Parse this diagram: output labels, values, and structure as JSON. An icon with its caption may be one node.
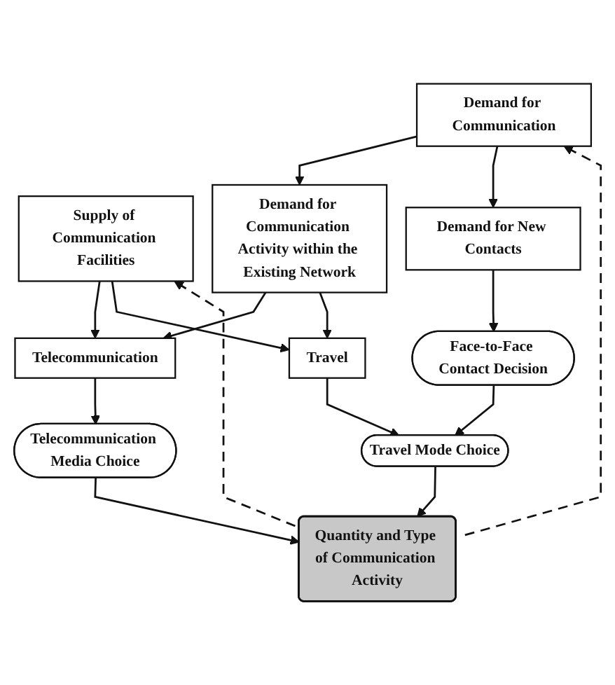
{
  "diagram": {
    "nodes": [
      {
        "text": [
          "Supply of Communication Facilities"
        ]
      },
      {
        "text": [
          "Demand for Communication"
        ]
      },
      {
        "text": [
          "Demand for Communication Activity within the Existing Network"
        ]
      },
      {
        "text": [
          "Demand for New Contacts"
        ]
      },
      {
        "text": [
          "Telecommunication"
        ]
      },
      {
        "text": [
          "Travel"
        ]
      },
      {
        "text": [
          "Face-to-Face Contact Decision"
        ]
      },
      {
        "text": [
          "Telecommunication Media Choice"
        ]
      },
      {
        "text": [
          "Travel Mode Choice"
        ]
      },
      {
        "text": [
          "Quantity and Type of Communication Activity"
        ]
      }
    ],
    "edges": [
      {
        "from": 1,
        "to": 2,
        "arrow": "to"
      },
      {
        "from": 1,
        "to": 3,
        "arrow": "to"
      },
      {
        "from": 0,
        "to": 4,
        "arrow": "to"
      },
      {
        "from": 0,
        "to": 5,
        "arrow": "to"
      },
      {
        "from": 2,
        "to": 4,
        "arrow": "to"
      },
      {
        "from": 2,
        "to": 5,
        "arrow": "to"
      },
      {
        "from": 3,
        "to": 6,
        "arrow": "to"
      },
      {
        "from": 4,
        "to": 7,
        "arrow": "to"
      },
      {
        "from": 5,
        "to": 8,
        "arrow": "to"
      },
      {
        "from": 6,
        "to": 8,
        "arrow": "to"
      },
      {
        "from": 7,
        "to": 9,
        "arrow": "to"
      },
      {
        "from": 8,
        "to": 9,
        "arrow": "to"
      },
      {
        "from": 9,
        "to": 0,
        "arrow": "to",
        "style": "dashed"
      },
      {
        "from": 9,
        "to": 1,
        "arrow": "to",
        "style": "dashed"
      }
    ]
  }
}
